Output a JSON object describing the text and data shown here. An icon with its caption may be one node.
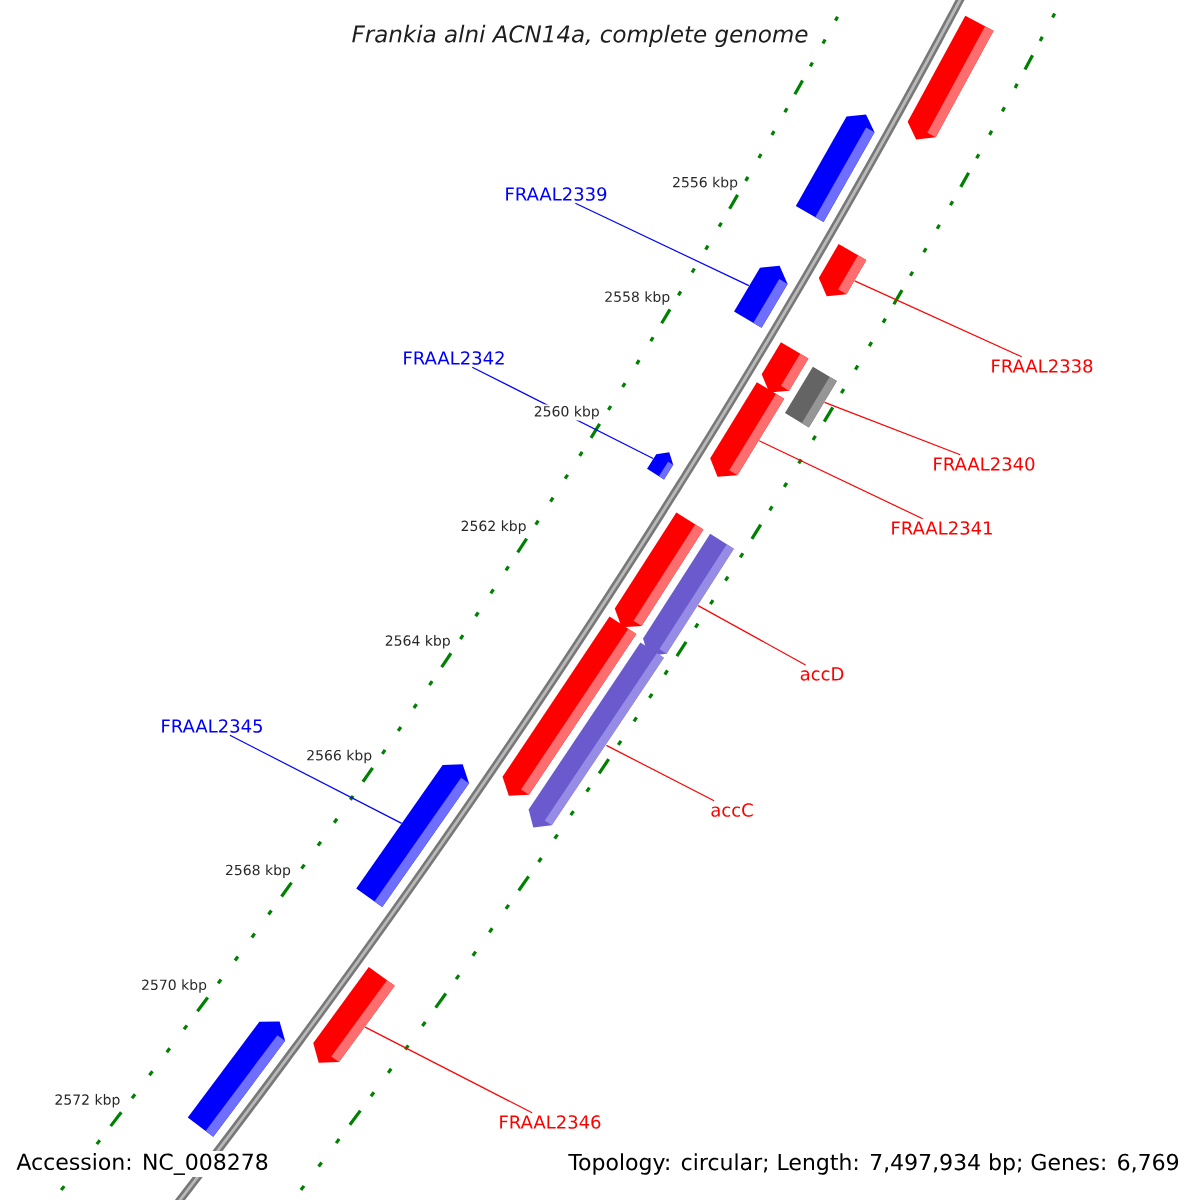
{
  "diagram": {
    "title": "Frankia alni ACN14a, complete genome",
    "nodes": [
      {
        "text": [],
        "shape": "bar"
      },
      {
        "text": [],
        "shape": "bar"
      },
      {
        "text": [
          "FRAAL2339"
        ]
      },
      {
        "text": [],
        "shape": "bar"
      },
      {
        "text": [],
        "shape": "bar"
      },
      {
        "text": [
          "FRAAL2342"
        ]
      },
      {
        "text": [
          "FRAAL2338"
        ]
      },
      {
        "text": [],
        "shape": "bar"
      },
      {
        "text": [],
        "shape": "box"
      },
      {
        "text": [],
        "shape": "bar"
      },
      {
        "text": [],
        "shape": "bar"
      },
      {
        "text": [
          "FRAAL2340"
        ]
      },
      {
        "text": [
          "FRAAL2341"
        ]
      },
      {
        "text": [],
        "shape": "bar"
      },
      {
        "text": [],
        "shape": "bar"
      },
      {
        "text": [
          "accD"
        ]
      },
      {
        "text": [],
        "shape": "bar"
      },
      {
        "text": [
          "FRAAL2345"
        ]
      },
      {
        "text": [],
        "shape": "bar"
      },
      {
        "text": [
          "accC"
        ]
      },
      {
        "text": [],
        "shape": "bar"
      },
      {
        "text": [],
        "shape": "bar"
      },
      {
        "text": [],
        "shape": "bar"
      },
      {
        "text": [
          "FRAAL2346"
        ]
      }
    ],
    "edges": [
      {
        "from": 2,
        "to": 4,
        "arrow": "none",
        "color": "#0000ff"
      },
      {
        "from": 5,
        "to": 10,
        "arrow": "none",
        "color": "#0000ff"
      },
      {
        "from": 6,
        "to": 3,
        "arrow": "none"
      },
      {
        "from": 11,
        "to": 8,
        "arrow": "none"
      },
      {
        "from": 12,
        "to": 9,
        "arrow": "none"
      },
      {
        "from": 15,
        "to": 14,
        "arrow": "none"
      },
      {
        "from": 17,
        "to": 20,
        "arrow": "none",
        "color": "#0000ff"
      },
      {
        "from": 19,
        "to": 18,
        "arrow": "none"
      },
      {
        "from": 23,
        "to": 21,
        "arrow": "none"
      }
    ],
    "labels": [
      "2556 kbp",
      "2558 kbp",
      "2560 kbp",
      "2562 kbp",
      "2564 kbp",
      "2566 kbp",
      "2568 kbp",
      "2570 kbp",
      "2572 kbp",
      "Accession: NC_008278",
      "Topology: circular; Length: 7,497,934 bp; Genes: 6,769"
    ]
  }
}
